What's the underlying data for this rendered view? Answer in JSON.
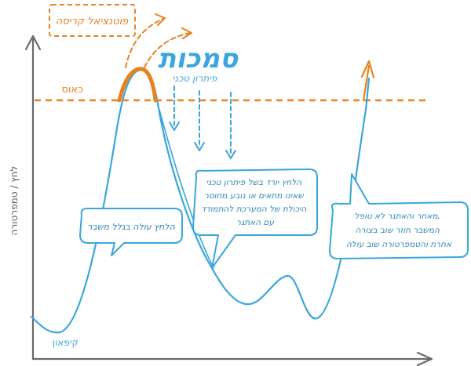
{
  "diagram": {
    "y_axis_label": "לחץ / טמפרטורה",
    "chaos_label": "כאוס",
    "freeze_label": "קיפאון",
    "crisis_box_label": "פוטנציאל קריסה",
    "authority_label": "סמכות",
    "tech_solution_label": "פיתרון טכני",
    "bubble_crisis": "הלחץ עולה בגלל משבר",
    "bubble_drop_lines": [
      "הלחץ יורד בשל פיתרון טכני",
      "שאינו מתאים או נובע מחוסר",
      "היכולת של המערכת להתמודד",
      "עם האתגר"
    ],
    "bubble_return_lines": [
      "מאחר והאתגר לא טופל,",
      "המשבר חוזר שוב בצורה",
      "אחרת והטמפרטורה שוב עולה"
    ],
    "colors": {
      "axis": "#6b6b6b",
      "curve": "#3aa6dc",
      "bubble_text": "#2e86b8",
      "orange": "#e8821e"
    }
  }
}
